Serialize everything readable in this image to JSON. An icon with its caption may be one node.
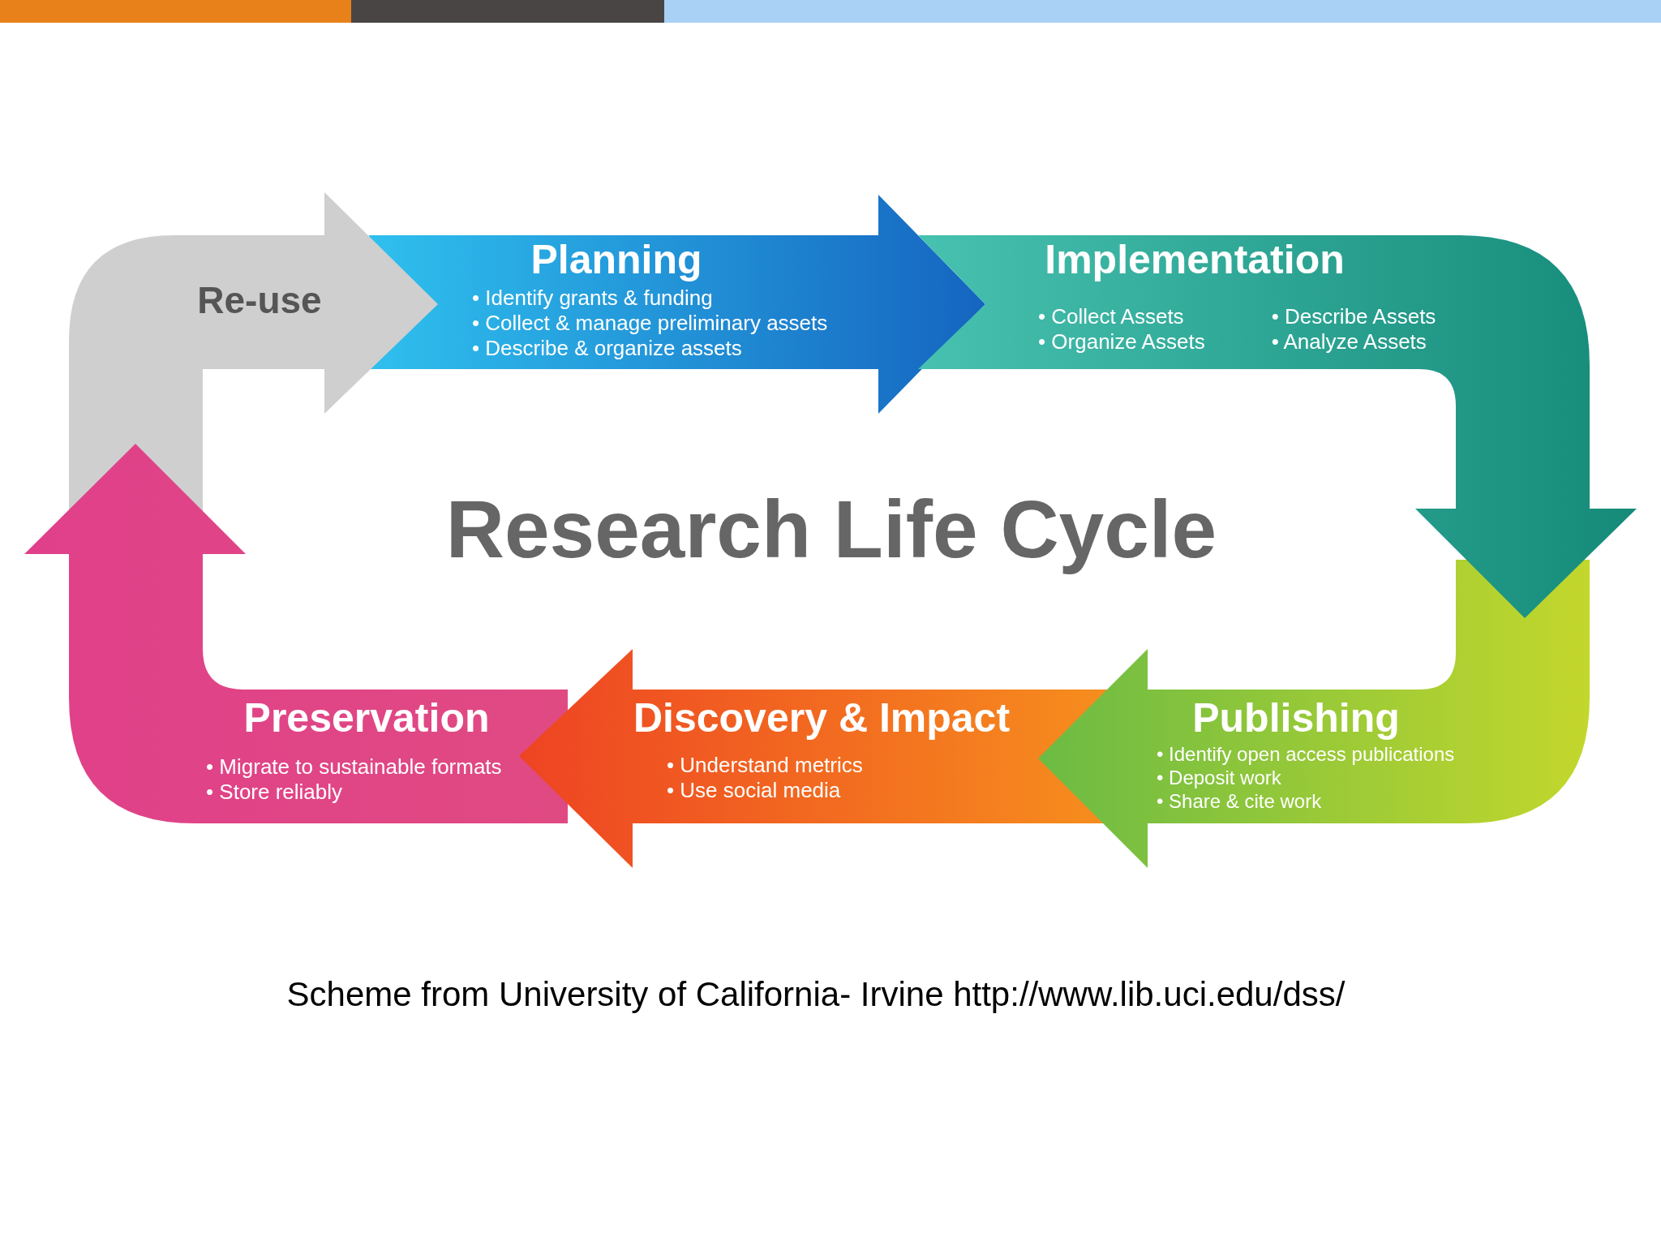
{
  "diagram": {
    "title": "Research Life Cycle",
    "caption": "Scheme from University of California- Irvine http://www.lib.uci.edu/dss/",
    "nodes": [
      {
        "text": [
          "Re-use"
        ]
      },
      {
        "text": [
          "Planning",
          "• Identify grants & funding",
          "• Collect & manage preliminary assets",
          "• Describe & organize assets"
        ]
      },
      {
        "text": [
          "Implementation",
          "• Collect Assets",
          "• Describe Assets",
          "• Organize Assets",
          "• Analyze Assets"
        ]
      },
      {
        "text": [
          "Publishing",
          "• Identify open access publications",
          "• Deposit work",
          "• Share & cite work"
        ]
      },
      {
        "text": [
          "Discovery & Impact",
          "• Understand metrics",
          "• Use social media"
        ]
      },
      {
        "text": [
          "Preservation",
          "• Migrate to sustainable formats",
          "• Store reliably"
        ]
      }
    ]
  }
}
